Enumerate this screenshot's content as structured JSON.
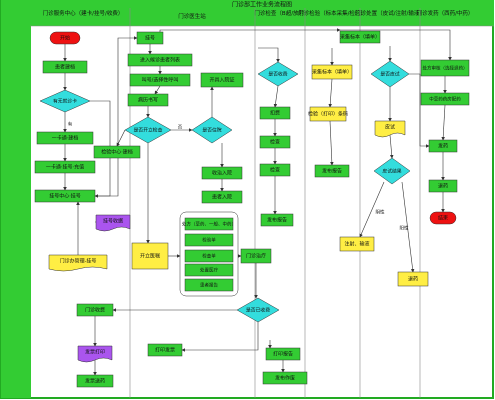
{
  "title": "门诊部工作业务流程图",
  "lanes": [
    {
      "id": "reg",
      "label": "门诊服务中心（建卡/挂号/收费）"
    },
    {
      "id": "doc",
      "label": "门诊医生站"
    },
    {
      "id": "exam",
      "label": "门诊检查（B超/放射）"
    },
    {
      "id": "lab",
      "label": "门诊检验（标本采集/检验）"
    },
    {
      "id": "infusion",
      "label": "门诊处置（皮试/注射/输液）"
    },
    {
      "id": "pharm",
      "label": "门诊发药（西药/中药）"
    }
  ],
  "nodes": {
    "start": "开始",
    "card": "患者建档",
    "has_card": "有无就诊卡",
    "no_label": "无",
    "yes_label": "有",
    "one_card": "一卡通·建档",
    "one_card_pay": "一卡通·挂号·充值",
    "reg_center": "挂号中心·挂号",
    "register": "挂号",
    "enter_list": "进入候诊患者列表",
    "call": "叫号/选择性呼叫",
    "history": "病历书写",
    "write_exam": "检验中心·建档",
    "need_exam": "是否开立检查",
    "no_label2": "否",
    "yes_label2": "是",
    "need_admit": "是否住院",
    "admit_note": "开具入院证",
    "admit": "收治入院",
    "inpatient": "患者入院",
    "print_card": "挂号收据",
    "order_text": "开立医嘱",
    "orders": [
      "处方（草药、一般、中药）",
      "检验单",
      "检查单",
      "处置医疗",
      "患者报告"
    ],
    "print_report": "打印报告",
    "need_pay": "是否收费",
    "pay": "门诊收费",
    "print_invoice": "发票打印",
    "issue_receipt": "发票送药",
    "print_claim": "打印发票",
    "is_paid": "是否已收费",
    "exam_notice": "扣费",
    "exam_do": "检查",
    "exam_report": "发布报告",
    "exam_print": "检查",
    "lab_collect": "采集标本（填单）",
    "lab_report": "检验（打印）条码",
    "lab_publish": "发布报告",
    "need_skin": "是否皮试",
    "skin": "皮试",
    "skin_result": "皮试结果",
    "neg": "阴性",
    "pos": "阳性",
    "inject": "注射、输液",
    "reissue": "退药",
    "pharm_check": "处方审核（选择退药）",
    "pharm_mid": "中草药药房配药",
    "dispense": "发药",
    "give": "退药",
    "end": "结束",
    "sign": "门诊办管理-挂号",
    "clinic": "门诊治疗",
    "publish_doc": "发布作废"
  },
  "colors": {
    "lane_bg": "#ffffff",
    "lane_header": "#33cc33",
    "box": "#33cc33",
    "decision": "#33dddd",
    "yellow": "#ffee44",
    "purple": "#aa55ee",
    "red": "#ee1111",
    "line": "#333333"
  }
}
